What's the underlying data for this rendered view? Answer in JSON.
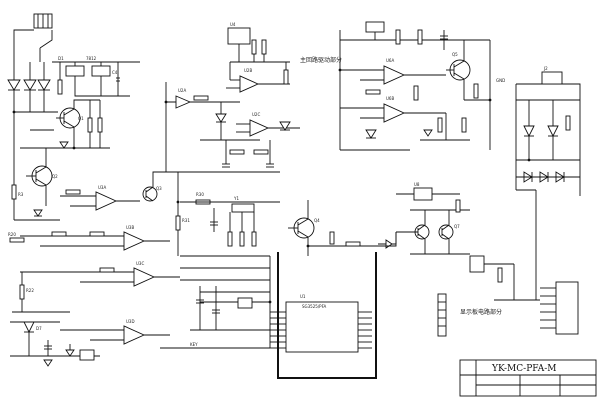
{
  "sections": {
    "drive": "主回路驱动部分",
    "display": "显示板电路部分"
  },
  "title_block": {
    "drawing_number": "YK-MC-PFA-M"
  },
  "ic": {
    "main_label": "U1",
    "part": "SG3525/PFA"
  }
}
